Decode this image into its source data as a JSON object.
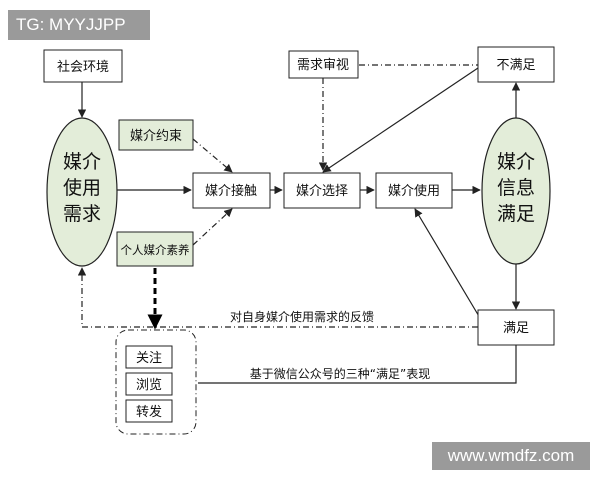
{
  "watermarks": {
    "top_left": "TG: MYYJJPP",
    "bottom_right": "www.wmdfz.com"
  },
  "nodes": {
    "social_env": "社会环境",
    "media_needs": [
      "媒介",
      "使用",
      "需求"
    ],
    "media_constraint": "媒介约束",
    "personal_literacy": "个人媒介素养",
    "demand_review": "需求审视",
    "media_contact": "媒介接触",
    "media_choice": "媒介选择",
    "media_use": "媒介使用",
    "media_info_satisfaction": [
      "媒介",
      "信息",
      "满足"
    ],
    "not_satisfied": "不满足",
    "satisfied": "满足"
  },
  "labels": {
    "feedback": "对自身媒介使用需求的反馈",
    "wechat_expressions": "基于微信公众号的三种“满足”表现"
  },
  "expressions": [
    "关注",
    "浏览",
    "转发"
  ],
  "colors": {
    "ellipse_fill": "#e3edd9",
    "green_box_fill": "#e3edd9",
    "line": "#222222",
    "watermark_bg": "#9a9a9a"
  }
}
